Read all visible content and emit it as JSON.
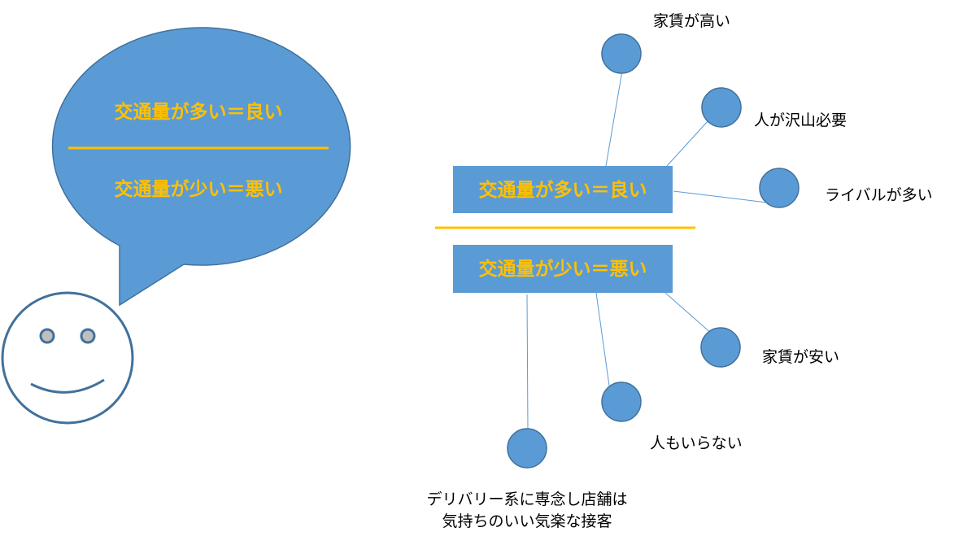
{
  "speech_bubble": {
    "top_text": "交通量が多い＝良い",
    "bottom_text": "交通量が少い＝悪い"
  },
  "boxes": {
    "top_label": "交通量が多い＝良い",
    "bottom_label": "交通量が少い＝悪い"
  },
  "good_factors": [
    {
      "label": "家賃が高い"
    },
    {
      "label": "人が沢山必要"
    },
    {
      "label": "ライバルが多い"
    }
  ],
  "bad_factors": [
    {
      "label": "家賃が安い"
    },
    {
      "label": "人もいらない"
    },
    {
      "label_line1": "デリバリー系に専念し店舗は",
      "label_line2": "気持ちのいい気楽な接客"
    }
  ],
  "colors": {
    "blue_fill": "#5b9bd5",
    "dark_outline": "#41719c",
    "divider": "#ffc000",
    "box_text": "#ffc000"
  }
}
